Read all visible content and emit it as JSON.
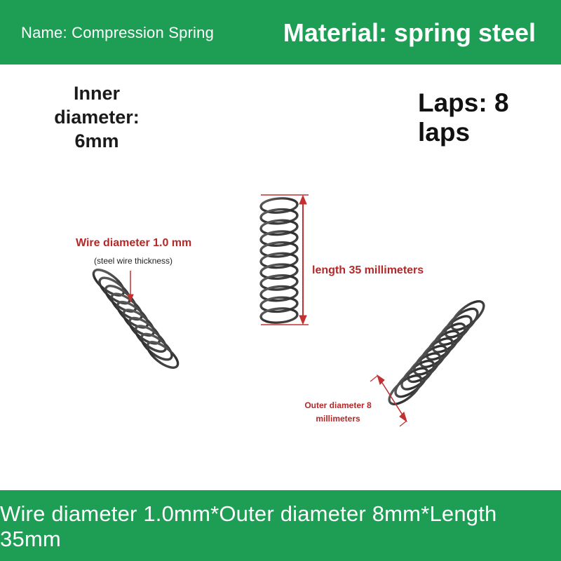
{
  "header": {
    "name_text": "Name: Compression Spring",
    "material_text": "Material: spring steel"
  },
  "specs": {
    "inner_diameter_line1": "Inner diameter:",
    "inner_diameter_line2": "6mm",
    "laps_text": "Laps: 8 laps"
  },
  "annotations": {
    "wire_diameter": "Wire diameter 1.0 mm",
    "wire_note": "(steel wire thickness)",
    "length": "length 35 millimeters",
    "outer_diameter_line1": "Outer diameter 8",
    "outer_diameter_line2": "millimeters"
  },
  "footer": {
    "summary_text": "Wire diameter 1.0mm*Outer diameter 8mm*Length 35mm"
  },
  "colors": {
    "brand_green": "#1e9e55",
    "annotation_red": "#b42828",
    "spring_steel": "#3a3a3a"
  }
}
